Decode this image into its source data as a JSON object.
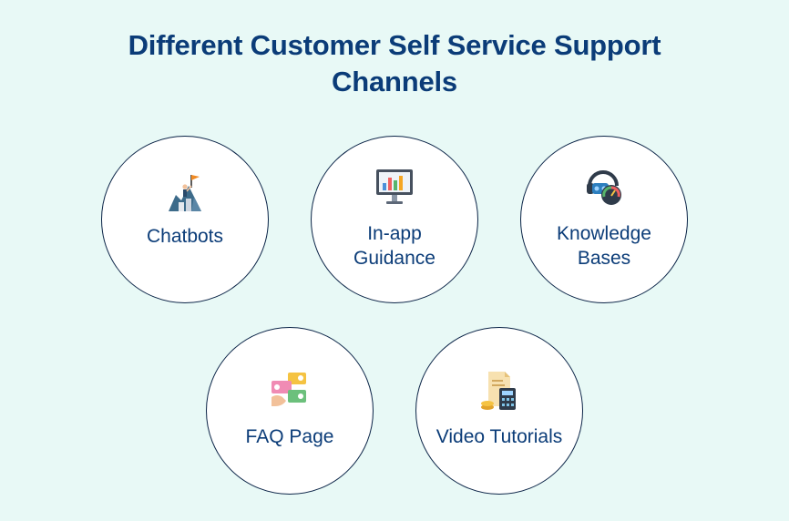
{
  "title": "Different Customer Self Service Support\nChannels",
  "channels": [
    {
      "label": "Chatbots",
      "icon": "mountain-flag-climber-icon"
    },
    {
      "label": "In-app\nGuidance",
      "icon": "monitor-bar-chart-icon"
    },
    {
      "label": "Knowledge\nBases",
      "icon": "headset-speedometer-icon"
    },
    {
      "label": "FAQ Page",
      "icon": "hand-chat-bubbles-icon"
    },
    {
      "label": "Video Tutorials",
      "icon": "invoice-calculator-coins-icon"
    }
  ],
  "colors": {
    "title": "#0b3c78",
    "background": "#e8f9f6",
    "circle_border": "#0b2447"
  }
}
